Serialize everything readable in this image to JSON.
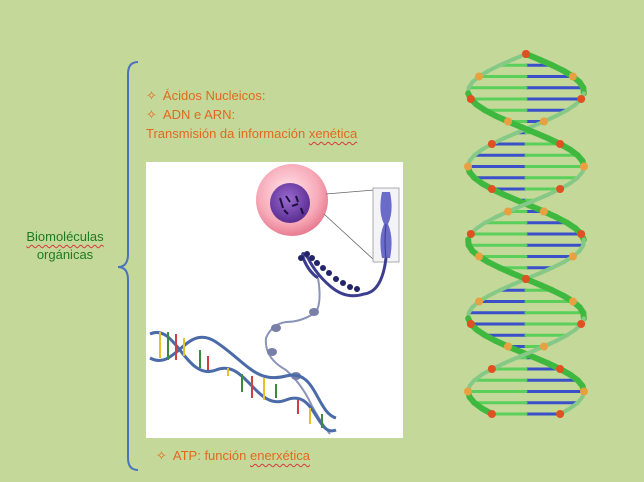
{
  "root": {
    "line1": "Biomoléculas",
    "line2": "orgánicas"
  },
  "items": [
    {
      "bullet": "✧",
      "text": "Ácidos Nucleicos:"
    },
    {
      "bullet": "✧",
      "text": "ADN e ARN:"
    }
  ],
  "description": {
    "prefix": "Transmisión da información ",
    "flagged_word": "xenética"
  },
  "atp": {
    "bullet": "✧",
    "prefix": "ATP: función ",
    "flagged_word": "enerxética"
  },
  "colors": {
    "background": "#c4d89a",
    "root_text": "#1f7a1f",
    "item_text": "#e06a1c",
    "brace": "#4a74b8",
    "spellcheck": "#d43a3a"
  },
  "icons": {
    "bullet": "diamond-star-icon"
  }
}
